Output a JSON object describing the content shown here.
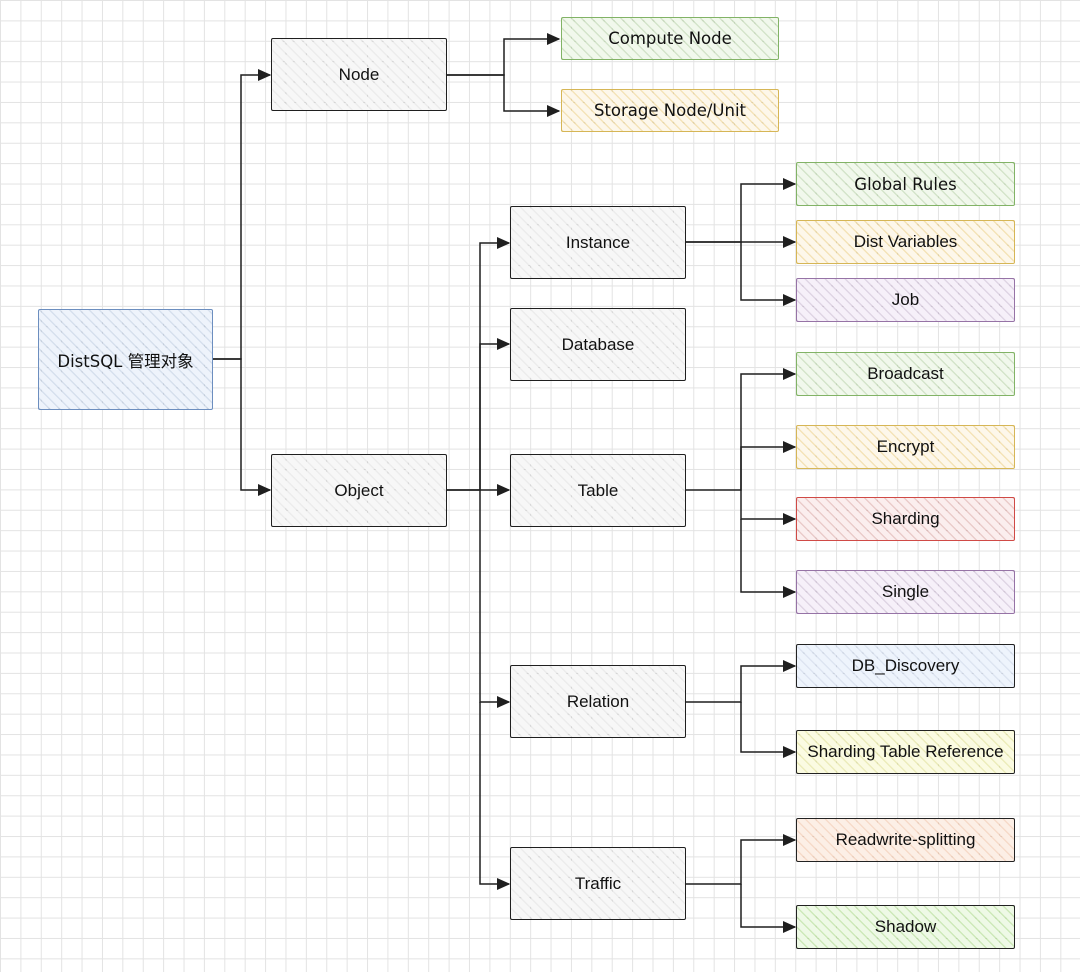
{
  "nodes": {
    "root": "DistSQL 管理对象",
    "node": "Node",
    "object": "Object",
    "compute_node": "Compute Node",
    "storage_node": "Storage Node/Unit",
    "instance": "Instance",
    "database": "Database",
    "table": "Table",
    "relation": "Relation",
    "traffic": "Traffic",
    "global_rules": "Global Rules",
    "dist_variables": "Dist Variables",
    "job": "Job",
    "broadcast": "Broadcast",
    "encrypt": "Encrypt",
    "sharding": "Sharding",
    "single": "Single",
    "db_discovery": "DB_Discovery",
    "sharding_table_reference": "Sharding Table Reference",
    "readwrite_splitting": "Readwrite-splitting",
    "shadow": "Shadow"
  },
  "colors": {
    "stroke": "#1f1f1f",
    "root_border": "#6c8ebf",
    "green": "#82b366",
    "orange": "#d6b656",
    "purple": "#9673a6",
    "red": "#d04a46"
  }
}
